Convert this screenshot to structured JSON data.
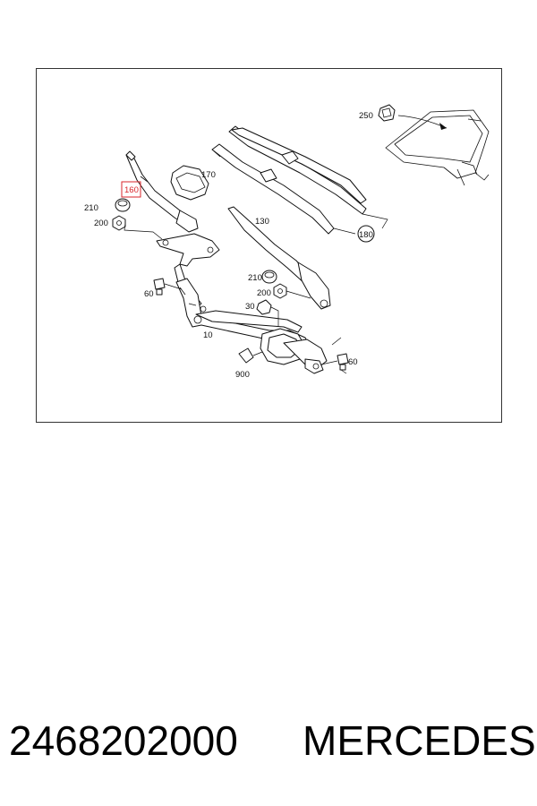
{
  "diagram": {
    "callouts": {
      "c250": "250",
      "c170": "170",
      "c160": "160",
      "c210a": "210",
      "c200a": "200",
      "c130": "130",
      "c180": "180",
      "c210b": "210",
      "c200b": "200",
      "c60a": "60",
      "c30": "30",
      "c10": "10",
      "c60b": "60",
      "c900": "900"
    },
    "highlight_color": "#d9262b"
  },
  "footer": {
    "part_number": "2468202000",
    "brand": "MERCEDES"
  }
}
